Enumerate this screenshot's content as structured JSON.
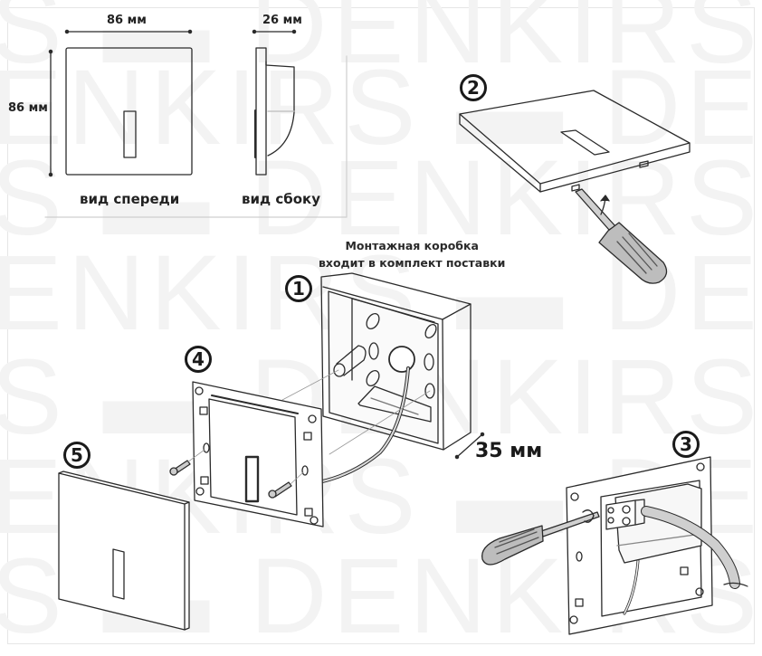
{
  "watermark": {
    "text_rows": [
      "S ▬ DENKIRS ▬ D",
      "ENKIRS ▬ DENKI",
      "S ▬ DENKIRS ▬ D",
      "ENKIRS ▬ DENKI",
      "S ▬ DENKIRS ▬ D",
      "ENKIRS ▬ DENKI",
      "S ▬ DENKIRS ▬ D"
    ]
  },
  "dimensions_panel": {
    "front_width": "86 мм",
    "front_height": "86 мм",
    "side_depth": "26 мм",
    "front_caption": "вид спереди",
    "side_caption": "вид сбоку"
  },
  "mounting_box_note": {
    "line1": "Монтажная коробка",
    "line2": "входит в комплект поставки"
  },
  "box_depth": "35 мм",
  "steps": [
    {
      "number": "1",
      "description": "mounting box"
    },
    {
      "number": "2",
      "description": "pry open cover with screwdriver"
    },
    {
      "number": "3",
      "description": "connect wires to terminal block"
    },
    {
      "number": "4",
      "description": "fix frame with screws"
    },
    {
      "number": "5",
      "description": "attach front cover"
    }
  ],
  "colors": {
    "line": "#2b2b2b",
    "watermark": "#f3f3f3",
    "tool_fill": "#bdbdbd",
    "cable_fill": "#cfcfcf"
  }
}
